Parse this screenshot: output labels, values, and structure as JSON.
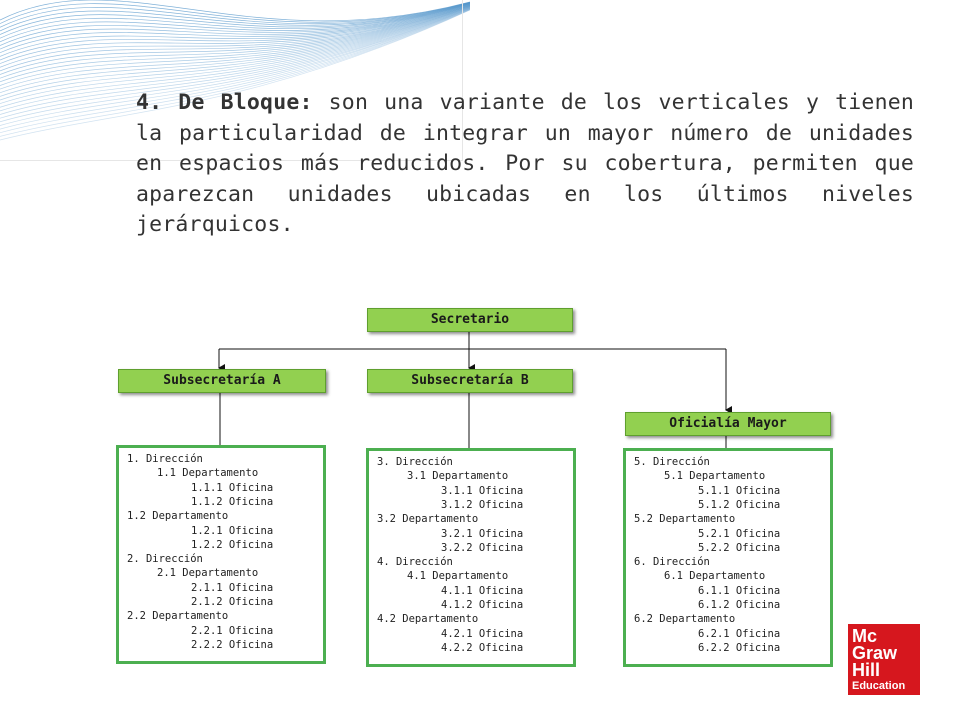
{
  "paragraph": {
    "lead": "4. De Bloque:",
    "body": " son una variante de los verticales y tienen la particularidad de integrar un mayor número de unidades en espacios más reducidos. Por su cobertura, permiten que aparezcan unidades ubicadas en los últimos niveles jerárquicos."
  },
  "org": {
    "root": "Secretario",
    "sub_a": "Subsecretaría A",
    "sub_b": "Subsecretaría B",
    "oficialia": "Oficialía Mayor"
  },
  "panels": [
    {
      "items": [
        {
          "level": 0,
          "text": "1. Dirección"
        },
        {
          "level": 1,
          "text": "1.1 Departamento"
        },
        {
          "level": 2,
          "text": "1.1.1 Oficina"
        },
        {
          "level": 2,
          "text": "1.1.2 Oficina"
        },
        {
          "level": 0,
          "text": "1.2 Departamento"
        },
        {
          "level": 2,
          "text": "1.2.1 Oficina"
        },
        {
          "level": 2,
          "text": "1.2.2 Oficina"
        },
        {
          "level": 0,
          "text": "2. Dirección"
        },
        {
          "level": 1,
          "text": "2.1 Departamento"
        },
        {
          "level": 2,
          "text": "2.1.1 Oficina"
        },
        {
          "level": 2,
          "text": "2.1.2 Oficina"
        },
        {
          "level": 0,
          "text": "2.2 Departamento"
        },
        {
          "level": 2,
          "text": "2.2.1 Oficina"
        },
        {
          "level": 2,
          "text": "2.2.2 Oficina"
        }
      ]
    },
    {
      "items": [
        {
          "level": 0,
          "text": "3. Dirección"
        },
        {
          "level": 1,
          "text": "3.1 Departamento"
        },
        {
          "level": 2,
          "text": "3.1.1 Oficina"
        },
        {
          "level": 2,
          "text": "3.1.2 Oficina"
        },
        {
          "level": 0,
          "text": "3.2 Departamento"
        },
        {
          "level": 2,
          "text": "3.2.1 Oficina"
        },
        {
          "level": 2,
          "text": "3.2.2 Oficina"
        },
        {
          "level": 0,
          "text": "4. Dirección"
        },
        {
          "level": 1,
          "text": "4.1 Departamento"
        },
        {
          "level": 2,
          "text": "4.1.1 Oficina"
        },
        {
          "level": 2,
          "text": "4.1.2 Oficina"
        },
        {
          "level": 0,
          "text": "4.2 Departamento"
        },
        {
          "level": 2,
          "text": "4.2.1 Oficina"
        },
        {
          "level": 2,
          "text": "4.2.2 Oficina"
        }
      ]
    },
    {
      "items": [
        {
          "level": 0,
          "text": "5. Dirección"
        },
        {
          "level": 1,
          "text": "5.1 Departamento"
        },
        {
          "level": 2,
          "text": "5.1.1 Oficina"
        },
        {
          "level": 2,
          "text": "5.1.2 Oficina"
        },
        {
          "level": 0,
          "text": "5.2 Departamento"
        },
        {
          "level": 2,
          "text": "5.2.1 Oficina"
        },
        {
          "level": 2,
          "text": "5.2.2 Oficina"
        },
        {
          "level": 0,
          "text": "6. Dirección"
        },
        {
          "level": 1,
          "text": "6.1 Departamento"
        },
        {
          "level": 2,
          "text": "6.1.1 Oficina"
        },
        {
          "level": 2,
          "text": "6.1.2 Oficina"
        },
        {
          "level": 0,
          "text": "6.2 Departamento"
        },
        {
          "level": 2,
          "text": "6.2.1 Oficina"
        },
        {
          "level": 2,
          "text": "6.2.2 Oficina"
        }
      ]
    }
  ],
  "logo": {
    "line1": "Mc",
    "line2": "Graw",
    "line3": "Hill",
    "line4": "Education"
  },
  "colors": {
    "node_fill": "#92d050",
    "panel_border": "#4caf50",
    "logo_red": "#d6171e",
    "wave": "#4a90c8"
  }
}
